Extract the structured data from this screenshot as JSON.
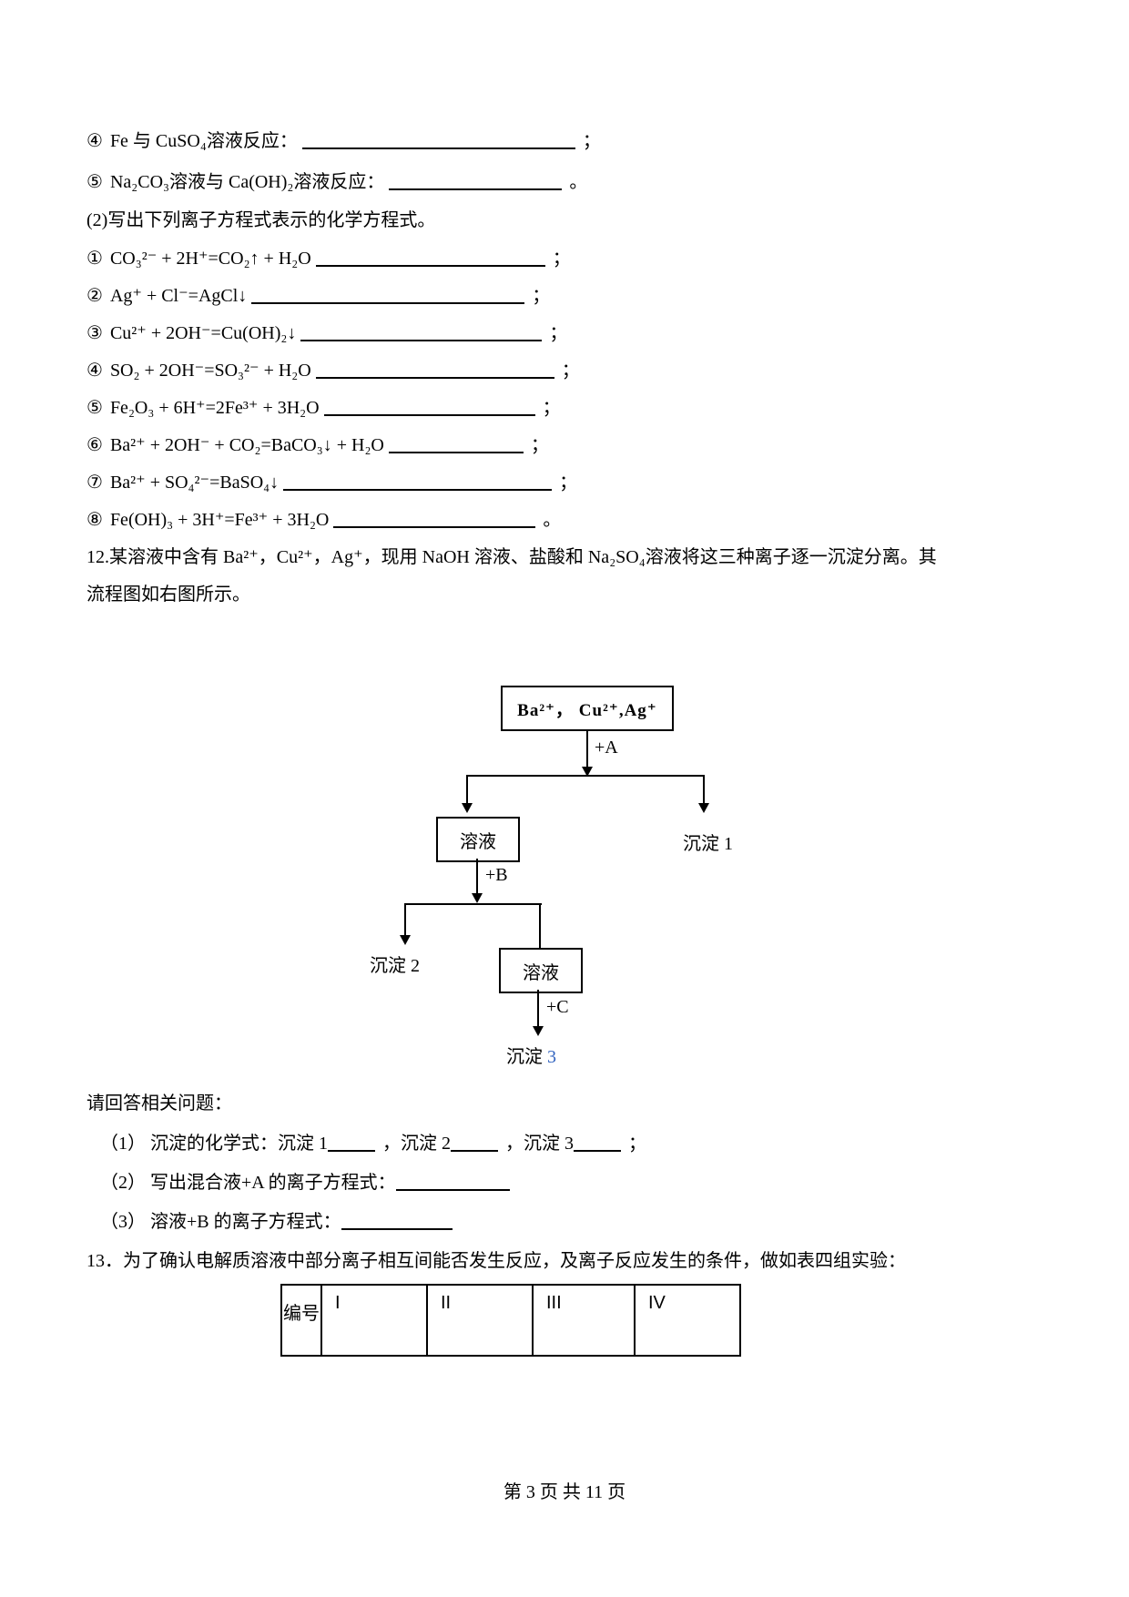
{
  "colors": {
    "text": "#000000",
    "precipitate3_accent": "#3465c0"
  },
  "intro_items": [
    {
      "num": "④",
      "label": "Fe 与 CuSO₄溶液反应：",
      "tail": "；"
    },
    {
      "num": "⑤",
      "label": "Na₂CO₃溶液与 Ca(OH)₂溶液反应：",
      "tail": "。"
    }
  ],
  "part2": {
    "heading": "(2)写出下列离子方程式表示的化学方程式。",
    "equations": [
      {
        "num": "①",
        "formula": "CO₃²⁻ + 2H⁺=CO₂↑ + H₂O",
        "tail": "；"
      },
      {
        "num": "②",
        "formula": "Ag⁺ + Cl⁻=AgCl↓",
        "tail": "；"
      },
      {
        "num": "③",
        "formula": "Cu²⁺ + 2OH⁻=Cu(OH)₂↓",
        "tail": "；"
      },
      {
        "num": "④",
        "formula": "SO₂ + 2OH⁻=SO₃²⁻ + H₂O",
        "tail": "；"
      },
      {
        "num": "⑤",
        "formula": "Fe₂O₃ + 6H⁺=2Fe³⁺ + 3H₂O",
        "tail": "；"
      },
      {
        "num": "⑥",
        "formula": "Ba²⁺ + 2OH⁻ + CO₂=BaCO₃↓ + H₂O",
        "tail": "；"
      },
      {
        "num": "⑦",
        "formula": "Ba²⁺ + SO₄²⁻=BaSO₄↓",
        "tail": "；"
      },
      {
        "num": "⑧",
        "formula": "Fe(OH)₃ + 3H⁺=Fe³⁺ + 3H₂O",
        "tail": "。"
      }
    ]
  },
  "q12": {
    "text_line1": "12.某溶液中含有 Ba²⁺，Cu²⁺，Ag⁺，现用 NaOH 溶液、盐酸和 Na₂SO₄溶液将这三种离子逐一沉淀分离。其",
    "text_line2": "流程图如右图所示。",
    "flowchart": {
      "top_box": "Ba²⁺， Cu²⁺,Ag⁺",
      "reagent_a": "+A",
      "solution1": "溶液",
      "precipitate1": "沉淀 1",
      "reagent_b": "+B",
      "precipitate2": "沉淀 2",
      "solution2": "溶液",
      "reagent_c": "+C",
      "precipitate3_label": "沉淀 ",
      "precipitate3_num": "3"
    },
    "prompt": "请回答相关问题：",
    "sub_questions": {
      "q1_prefix": "（1） 沉淀的化学式：沉淀 1",
      "q1_mid1": "，沉淀 2",
      "q1_mid2": "，沉淀 3",
      "q1_tail": "；",
      "q2_text": "（2） 写出混合液+A 的离子方程式：",
      "q3_text": "（3） 溶液+B 的离子方程式："
    }
  },
  "q13": {
    "text": "13．为了确认电解质溶液中部分离子相互间能否发生反应，及离子反应发生的条件，做如表四组实验：",
    "table": {
      "headers": [
        "编号",
        "I",
        "II",
        "III",
        "IV"
      ]
    }
  },
  "footer": "第 3 页 共 11 页"
}
